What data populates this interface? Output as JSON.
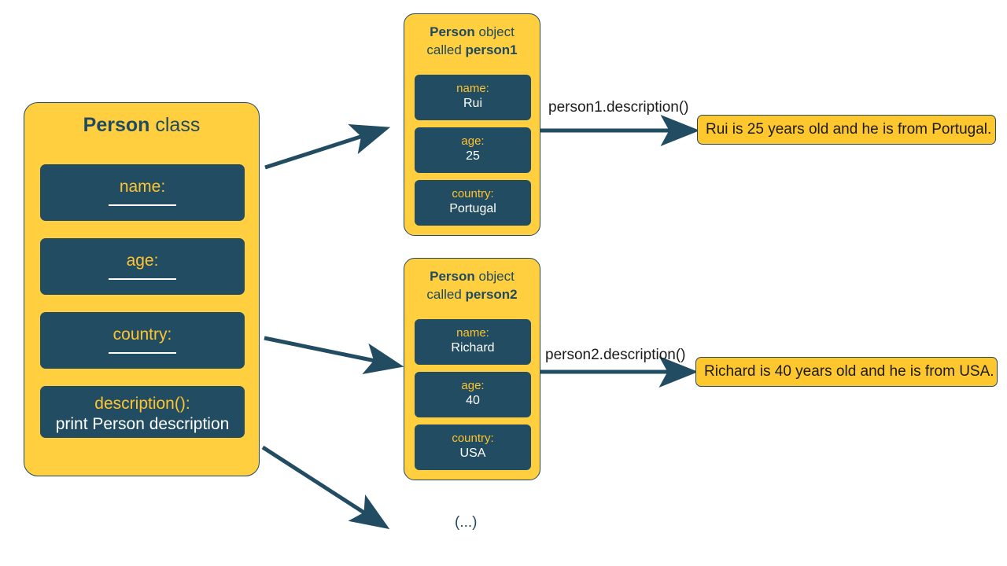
{
  "diagram": {
    "class_card": {
      "title_strong": "Person",
      "title_rest": " class",
      "slots": [
        {
          "key": "name:",
          "value": ""
        },
        {
          "key": "age:",
          "value": ""
        },
        {
          "key": "country:",
          "value": ""
        }
      ],
      "method": {
        "key": "description():",
        "value": "print Person description"
      }
    },
    "objects": [
      {
        "title_strong": "Person",
        "title_rest": " object",
        "title_line2_prefix": "called ",
        "title_line2_strong": "person1",
        "slots": [
          {
            "key": "name:",
            "value": "Rui"
          },
          {
            "key": "age:",
            "value": "25"
          },
          {
            "key": "country:",
            "value": "Portugal"
          }
        ],
        "call_label": "person1.description()",
        "output": "Rui is 25 years old and he is from Portugal."
      },
      {
        "title_strong": "Person",
        "title_rest": " object",
        "title_line2_prefix": "called ",
        "title_line2_strong": "person2",
        "slots": [
          {
            "key": "name:",
            "value": "Richard"
          },
          {
            "key": "age:",
            "value": "40"
          },
          {
            "key": "country:",
            "value": "USA"
          }
        ],
        "call_label": "person2.description()",
        "output": "Richard is 40 years old and he is from USA."
      }
    ],
    "ellipsis": "(...)",
    "colors": {
      "yellow": "#ffcf3f",
      "output_yellow": "#ffc72e",
      "dark_blue": "#214c61",
      "key_gold": "#ffc42e",
      "white": "#ffffff"
    }
  }
}
